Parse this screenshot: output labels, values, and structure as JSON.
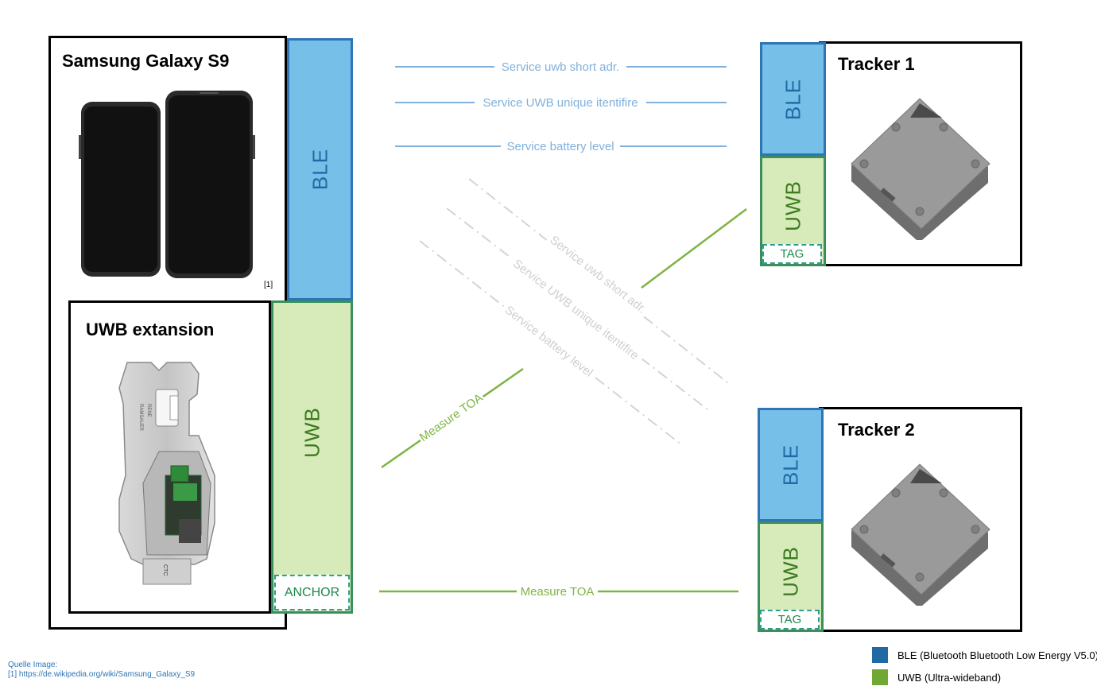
{
  "phone": {
    "title": "Samsung Galaxy S9",
    "ref": "[1]"
  },
  "extension": {
    "title": "UWB extansion",
    "board_text_1": "RAMSAUER",
    "board_text_2": "RENE",
    "board_text_3": "CTC"
  },
  "left_column": {
    "ble_label": "BLE",
    "uwb_label": "UWB",
    "anchor_label": "ANCHOR"
  },
  "tracker1": {
    "title": "Tracker 1",
    "ble_label": "BLE",
    "uwb_label": "UWB",
    "tag_label": "TAG"
  },
  "tracker2": {
    "title": "Tracker 2",
    "ble_label": "BLE",
    "uwb_label": "UWB",
    "tag_label": "TAG"
  },
  "connections": {
    "ble_services_t1": [
      "Service uwb short adr.",
      "Service UWB unique itentifire",
      "Service battery level"
    ],
    "ble_services_t2": [
      "Service uwb short adr.",
      "Service UWB unique itentifire",
      "Service battery level"
    ],
    "toa_t1": "Measure TOA",
    "toa_t2": "Measure TOA"
  },
  "source": {
    "line1": "Quelle Image:",
    "line2": "[1] https://de.wikipedia.org/wiki/Samsung_Galaxy_S9"
  },
  "legend": [
    {
      "label": "BLE (Bluetooth Bluetooth Low Energy V5.0)",
      "color": "#1f6aa5"
    },
    {
      "label": "UWB (Ultra-wideband)",
      "color": "#6fa833"
    }
  ],
  "colors": {
    "ble_fill": "#75bfe8",
    "ble_border": "#2e75b6",
    "uwb_fill": "#d6ebb9",
    "uwb_border": "#3a8f5c",
    "ble_line": "#7fb1dc",
    "uwb_line": "#7db444",
    "ghost_line": "#d4d4d4"
  }
}
